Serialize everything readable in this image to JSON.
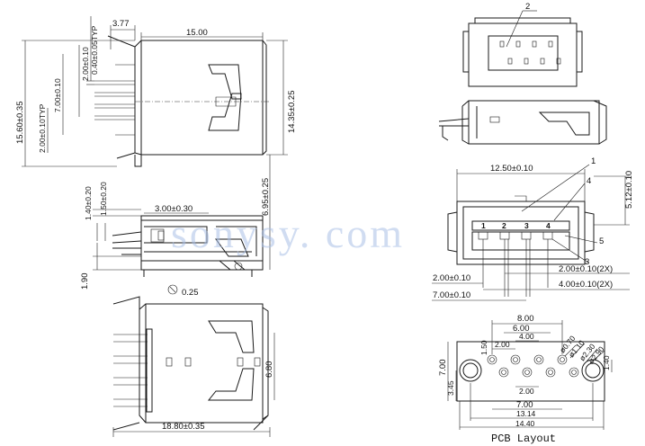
{
  "watermark": "sonysy. com",
  "side_view": {
    "dim_top_offset": "3.77",
    "dim_width": "15.00",
    "dim_height_left": "15.60±0.35",
    "dim_height_right": "14.35±0.25",
    "dim_typ_1": "0.40±0.05TYP",
    "dim_pitch": "2.00±0.10",
    "dim_span": "7.00±0.10",
    "dim_typ_2": "2.00±0.10TYP"
  },
  "front_view": {
    "dim_top_1": "1.40±0.20",
    "dim_top_2": "1.50±0.20",
    "dim_width": "3.00±0.30",
    "dim_height": "6.95±0.25",
    "dim_bottom": "1.90"
  },
  "top_view": {
    "thickness": "0.25",
    "dim_height": "6.80",
    "dim_width": "18.80±0.35"
  },
  "right_views": {
    "callout_1": "1",
    "callout_2": "2",
    "callout_3": "3",
    "callout_4": "4",
    "callout_5": "5",
    "pin_1": "1",
    "pin_2": "2",
    "pin_3": "3",
    "pin_4": "4",
    "dim_width": "12.50±0.10",
    "dim_height": "5.12±0.10",
    "dim_a": "2.00±0.10",
    "dim_b": "7.00±0.10",
    "dim_c": "2.00±0.10(2X)",
    "dim_d": "4.00±0.10(2X)"
  },
  "pcb_layout": {
    "title": "PCB Layout",
    "dim_8": "8.00",
    "dim_6": "6.00",
    "dim_4": "4.00",
    "dim_2": "2.00",
    "dim_1_5": "1.50",
    "dim_d070": "ø0.70",
    "dim_d110": "ø1.10",
    "dim_d230": "ø2.30",
    "dim_d290": "ø2.90",
    "dim_1_40": "1.40",
    "dim_7": "7.00",
    "dim_3_45": "3.45",
    "dim_2b": "2.00",
    "dim_7b": "7.00",
    "dim_13_14": "13.14",
    "dim_14_40": "14.40"
  }
}
